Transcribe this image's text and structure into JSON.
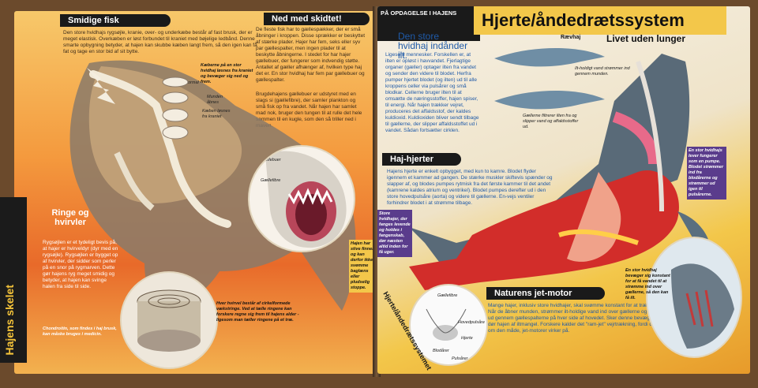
{
  "left_page": {
    "section1_title": "Smidige fisk",
    "section1_text": "Den store hvidhajs rygsøjle, kranie, over- og underkæbe består af fast brusk, der er meget elastisk. Overkæben er løst forbundet til kraniet med bøjelige ledbånd. Denne smarte opbygning betyder, at hajen kan skubbe kæben langt frem, så den igen kan få fat og tage en stor bid af sit bytte.",
    "jaw_caption": "Kæberne på en stor hvidhaj løsnes fra kraniet og bevæger sig ned og frem.",
    "jaw_labels": [
      "Normal",
      "Munden åbnes",
      "Kæben løsnes fra kraniet"
    ],
    "section2_title": "Ned med skidtet!",
    "section2_text": "De fleste fisk har to gællespækker, der er små åbninger i kroppen. Disse sprækker er beskyttet af stærke plader. Hajer har fem, seks eller syv par gællespalter, men ingen plader til at beskytte åbningerne. I stedet for har hajer gællebuer, der fungerer som indvendig støtte. Antallet af gæller afhænger af, hvilken type haj det er. En stor hvidhaj har fem par gællebuer og gællespalter.",
    "section2_text2": "Brugdehajens gællebuer er udstyret med en slags si (gællefibre), der samler plankton og små fisk op fra vandet. Når hajen har samlet mad nok, bruger den tungen til at rulle det hele sammen til en kugle, som den så triller ned i maven.",
    "gill_labels": [
      "Gællebuer",
      "Gællefibre"
    ],
    "gill_caption": "Hajen har stive finner og kan derfor ikke svømme baglæns eller pludselig stoppe.",
    "section3_title": "Ringe og hvirvler",
    "section3_text": "Rygsøjlen er et tydeligt bevis på, at hajer er hvirveldyr (dyr med en rygsøjle). Rygsøjlen er bygget op af hvirvler, der sidder som perler på en snor på rygmarven. Dette gør hajens ryg meget smidig og betyder, at hajen kan svinge halen fra side til side.",
    "section3_caption": "Chondroitin, som findes i haj brusk, kan måske bruges i medicin.",
    "vertebra_caption": "Hver hvirvel består af cirkelformede vækstringe. Ved at tælle ringene kan forskere regne sig frem til hajens alder - ligesom man tæller ringene på et træ.",
    "side_tab": "Hajens skelet"
  },
  "right_page": {
    "kicker": "PÅ OPDAGELSE I HAJENS",
    "title": "Hjerte/åndedrætssystem",
    "subtitle": "Livet uden lunger",
    "intro_lead": "Den store hvidhaj indånder ilt.",
    "intro_text": "Ligesom mennesker. Forskellen er, at ilten er opløst i havvandet. Fjerlagtige organer (gæller) optager ilten fra vandet og sender den videre til blodet. Herfra pumper hjertet blodet (og ilten) ud til alle kroppens celler via pulsårer og små blodkar. Cellerne bruger ilten til at omsætte de næringsstoffer, hajen spiser, til energi. Når hajen trækker vejret, produceres det affaldsstof, der kaldes kuldioxid. Kuldioxiden bliver sendt tilbage til gællerne, der slipper affaldsstoffet ud i vandet. Sådan fortsætter cirklen.",
    "rayfish_label": "Rævhaj",
    "rayfish_caption": "Ilt-holdigt vand strømmer ind gennem munden.",
    "gill_filter_caption": "Gællerne filtrerer ilten fra og slipper vand og affaldsstoffer ud.",
    "section_heart_title": "Haj-hjerter",
    "section_heart_text": "Hajens hjerte er enkelt opbygget, med kun to kamre. Blodet flyder igennem et kammer ad gangen. De stærke muskler skiftevis spænder og slapper af, og blodes pumpes rytmisk fra det første kammer til det andet (kamrene kaldes atrium og ventrikel). Blodet pumpes derefter ud i den store hovedpulsåre (aorta) og videre til gællerne. En-vejs ventiler forhindrer blodet i at strømme tilbage.",
    "captive_caption": "Store hvidhajer, der fanges levende og holdes i fangenskab, dør næsten altid inden for få uger.",
    "pump_caption": "En stor hvidhajs lever fungerer som en pumpe. Blodet strømmer ind fra blodårerne og strømmer ud igen til pulsårerne.",
    "section_jet_title": "Naturens jet-motor",
    "section_jet_text": "Mange hajer, inklusiv store hvidhajer, skal svømme konstant for at trække vejret. Når de åbner munden, strømmer ilt-holdige vand ind over gællerne og fortsætter ud gennem gællespalterne på hver side af hovedet. Sker denne bevægelse ikke, dør hajen af iltmangel. Forskere kalder det \"ram-jet\" vejrtrækning, fordi det minder om den måde, jet-motorer virker på.",
    "swim_caption": "En stor hvidhaj bevæger sig konstant for at få vandet til at strømme ind over gællerne, så den kan få ilt.",
    "heart_labels": [
      "Gællefibre",
      "Hovedpulsåre",
      "Hjerte",
      "Blodårer",
      "Pulsårer"
    ],
    "side_tab": "Hjerte/åndedrætssystemet"
  },
  "colors": {
    "header_bg": "#1a1a1a",
    "title_band": "#f3c74a",
    "accent_blue": "#1f5aa8",
    "accent_purple": "#5a3c8c"
  }
}
